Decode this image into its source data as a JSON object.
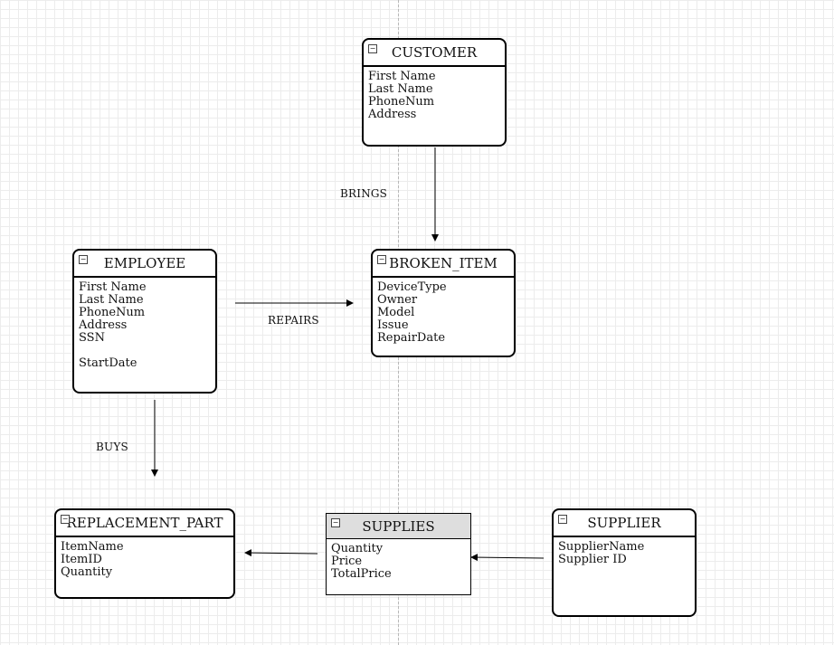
{
  "entities": {
    "customer": {
      "title": "CUSTOMER",
      "attrs": [
        "First Name",
        "Last Name",
        "PhoneNum",
        "Address"
      ]
    },
    "employee": {
      "title": "EMPLOYEE",
      "attrs": [
        "First Name",
        "Last Name",
        "PhoneNum",
        "Address",
        "SSN",
        "",
        "StartDate"
      ]
    },
    "broken_item": {
      "title": "BROKEN_ITEM",
      "attrs": [
        "DeviceType",
        "Owner",
        "Model",
        "Issue",
        "RepairDate"
      ]
    },
    "replacement_part": {
      "title": "REPLACEMENT_PART",
      "attrs": [
        "ItemName",
        "ItemID",
        "Quantity"
      ]
    },
    "supplies": {
      "title": "SUPPLIES",
      "attrs": [
        "Quantity",
        "Price",
        "TotalPrice"
      ]
    },
    "supplier": {
      "title": "SUPPLIER",
      "attrs": [
        "SupplierName",
        "Supplier ID"
      ]
    }
  },
  "relationships": {
    "brings": "BRINGS",
    "repairs": "REPAIRS",
    "buys": "BUYS"
  },
  "icons": {
    "collapse": "minus-box-icon"
  }
}
